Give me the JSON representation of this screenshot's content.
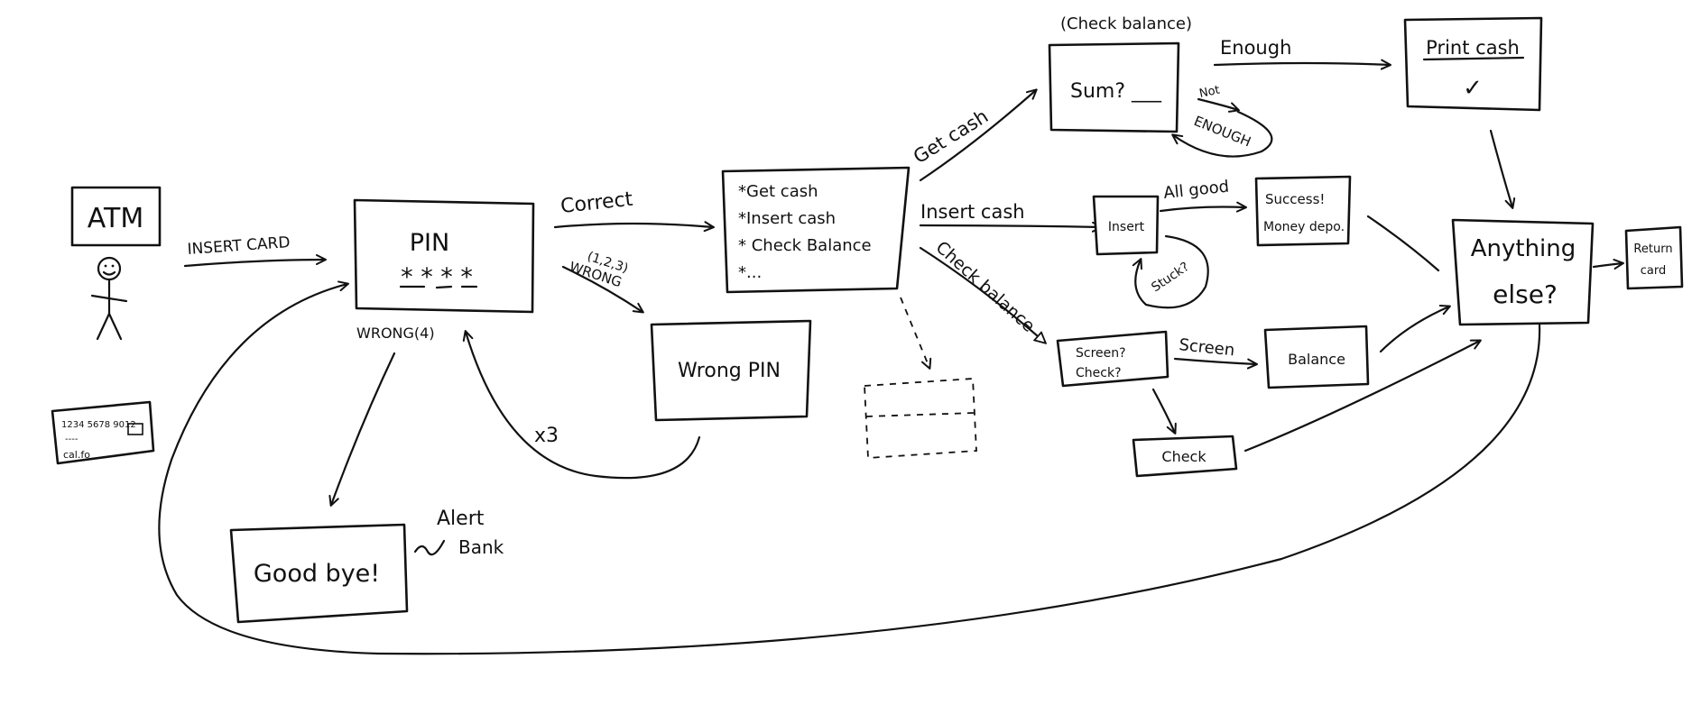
{
  "nodes": {
    "atm": "ATM",
    "pin_title": "PIN",
    "pin_mask": "* * * *",
    "goodbye": "Good bye!",
    "alert_bank": [
      "Alert",
      "Bank"
    ],
    "wrong_pin": "Wrong PIN",
    "menu_items": [
      "*Get cash",
      "*Insert cash",
      "* Check Balance",
      "*..."
    ],
    "check_balance_title": "(Check balance)",
    "sum": "Sum? ___",
    "print_cash": "Print cash",
    "checkmark": "✓",
    "insert": "Insert",
    "success": [
      "Success!",
      "Money depo."
    ],
    "screen_check": [
      "Screen?",
      "Check?"
    ],
    "balance": "Balance",
    "check": "Check",
    "anything_else": [
      "Anything",
      "else?"
    ],
    "return_card": [
      "Return",
      "card"
    ],
    "card_text": [
      "1234 5678 9012",
      "----",
      "cal.fo"
    ]
  },
  "edges": {
    "insert_card": "INSERT CARD",
    "correct": "Correct",
    "wrong_attempts": [
      "(1,2,3)",
      "WRONG"
    ],
    "wrong_4": "WRONG(4)",
    "times_3": "x3",
    "get_cash": "Get cash",
    "insert_cash": "Insert cash",
    "check_balance": "Check balance",
    "enough": "Enough",
    "not_enough": [
      "Not",
      "ENOUGH"
    ],
    "all_good": "All good",
    "stuck": "Stuck?",
    "screen": "Screen"
  }
}
